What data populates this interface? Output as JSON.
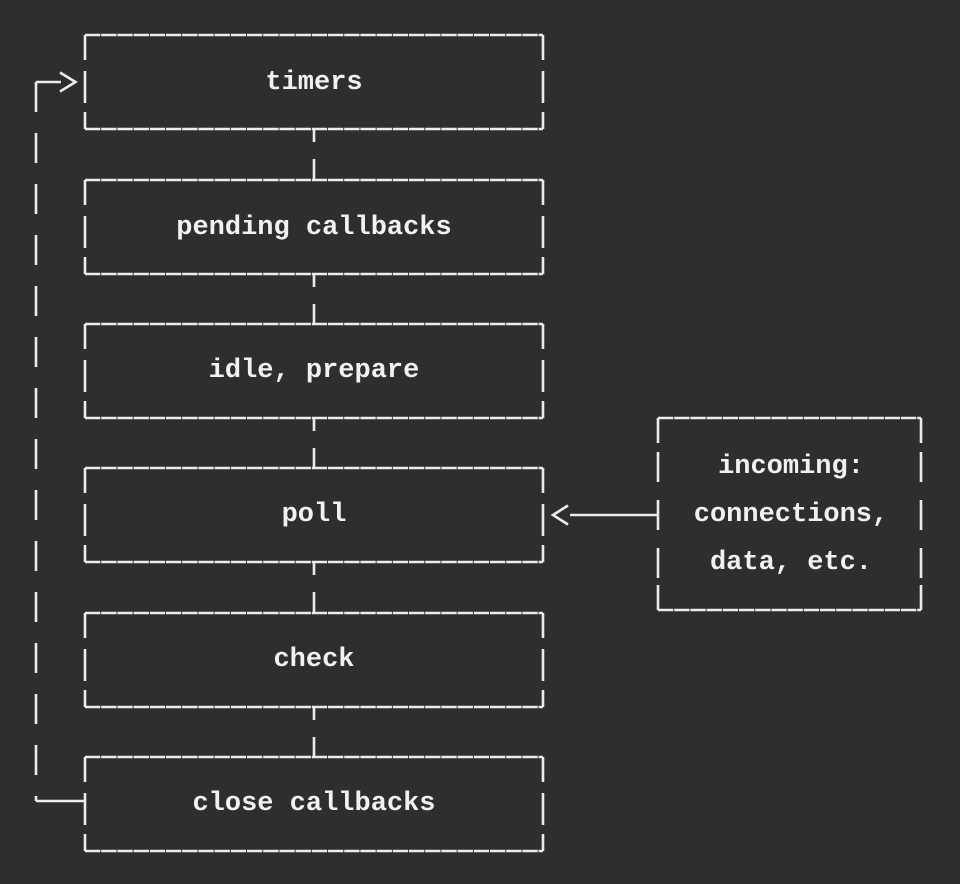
{
  "diagram": {
    "title_hidden": "",
    "phases": [
      {
        "id": "timers",
        "label": "timers"
      },
      {
        "id": "pending-callbacks",
        "label": "pending callbacks"
      },
      {
        "id": "idle-prepare",
        "label": "idle, prepare"
      },
      {
        "id": "poll",
        "label": "poll"
      },
      {
        "id": "check",
        "label": "check"
      },
      {
        "id": "close-callbacks",
        "label": "close callbacks"
      }
    ],
    "incoming_box": {
      "id": "incoming",
      "lines": [
        "incoming:",
        "connections,",
        "data, etc."
      ]
    },
    "colors": {
      "background": "#2e2e2e",
      "line": "#ececec",
      "text": "#f1f1f1"
    }
  }
}
